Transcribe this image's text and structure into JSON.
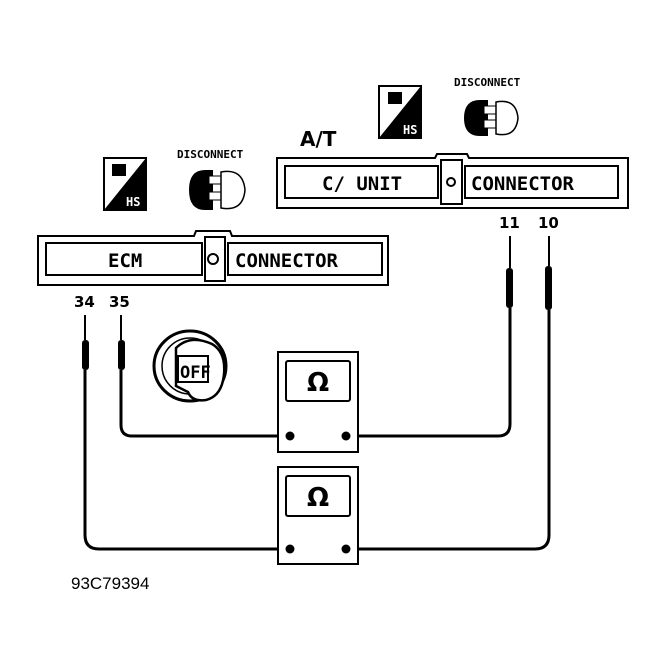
{
  "diagram": {
    "at_label": "A/T",
    "tcu_connector": {
      "left": "C/ UNIT",
      "right": "CONNECTOR"
    },
    "ecm_connector": {
      "left": "ECM",
      "right": "CONNECTOR"
    },
    "disconnect_label_top": "DISCONNECT",
    "disconnect_label_left": "DISCONNECT",
    "hs_label_top": "HS",
    "hs_label_left": "HS",
    "ignition_label": "OFF",
    "pins": {
      "p34": "34",
      "p35": "35",
      "p11": "11",
      "p10": "10"
    },
    "meter_symbol_top": "Ω",
    "meter_symbol_bottom": "Ω",
    "figure_code": "93C79394"
  }
}
